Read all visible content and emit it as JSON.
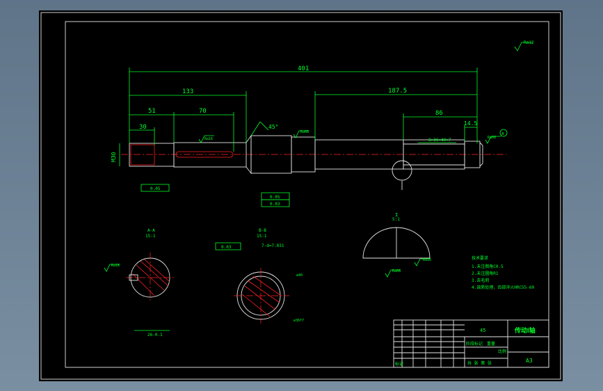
{
  "dims": {
    "overall": "401",
    "d133": "133",
    "d1875": "187.5",
    "d51": "51",
    "d70": "70",
    "d86": "86",
    "d30": "30",
    "d145": "14.5",
    "thread": "M30",
    "angle": "45°",
    "spline": "8×36×40×7"
  },
  "roughness": {
    "top_right": "Ra12",
    "r1": "Ra16",
    "r2": "Ra08",
    "r3": "Ra08",
    "r4": "Ra16",
    "r5": "Ra08",
    "r6": "Ra16",
    "r7": "Ra16"
  },
  "tolerances": {
    "t1": "0.05",
    "t2": "0.05",
    "t3": "0.03",
    "t4": "0.03",
    "datum": "A"
  },
  "sections": {
    "aa_title": "A-A",
    "aa_scale": "15:1",
    "bb_title": "B-B",
    "bb_scale": "15:1",
    "bb_spec": "7-d=7.031",
    "detail_title": "I",
    "detail_scale": "5:1",
    "fit1": "⌀40",
    "fit2": "⌀36f7",
    "aa_dim": "26-0.1"
  },
  "notes": {
    "title": "技术要求",
    "line1": "1.未注倒角C0.5",
    "line2": "2.未注圆角R1",
    "line3": "3.去毛刺",
    "line4": "4.调质处理，齿部淬火HRC55-60"
  },
  "titleblock": {
    "part_name": "传动Ⅰ轴",
    "material": "45",
    "format": "A3",
    "stage": "阶段标记",
    "weight": "重量",
    "scale": "比例",
    "sheet": "共 张 第 张",
    "mark": "标记"
  }
}
